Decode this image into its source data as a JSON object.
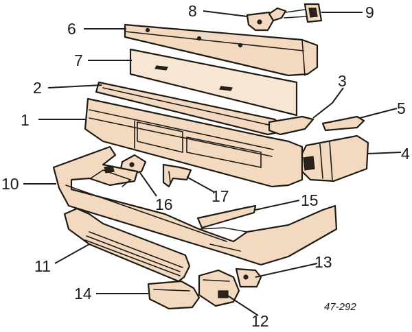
{
  "figure": {
    "background": "#ffffff",
    "part_fill": "#f2d9bf",
    "line_color": "#1e1a16",
    "reference": "47-292"
  },
  "callouts": [
    {
      "id": "c1",
      "text": "1"
    },
    {
      "id": "c2",
      "text": "2"
    },
    {
      "id": "c3",
      "text": "3"
    },
    {
      "id": "c4",
      "text": "4"
    },
    {
      "id": "c5",
      "text": "5"
    },
    {
      "id": "c6",
      "text": "6"
    },
    {
      "id": "c7",
      "text": "7"
    },
    {
      "id": "c8",
      "text": "8"
    },
    {
      "id": "c9",
      "text": "9"
    },
    {
      "id": "c10",
      "text": "10"
    },
    {
      "id": "c11",
      "text": "11"
    },
    {
      "id": "c12",
      "text": "12"
    },
    {
      "id": "c13",
      "text": "13"
    },
    {
      "id": "c14",
      "text": "14"
    },
    {
      "id": "c15",
      "text": "15"
    },
    {
      "id": "c16",
      "text": "16"
    },
    {
      "id": "c17",
      "text": "17"
    }
  ]
}
